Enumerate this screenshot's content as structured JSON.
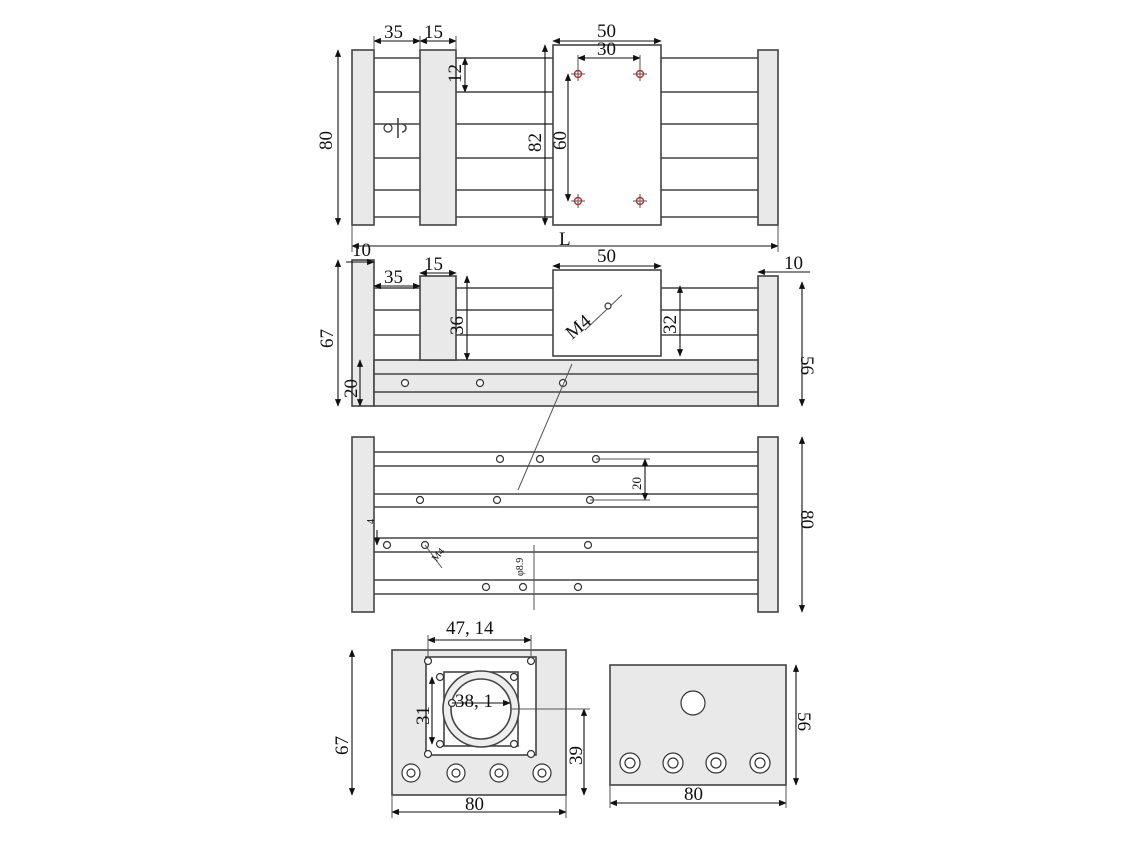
{
  "top_view": {
    "dims": {
      "d35": "35",
      "d15": "15",
      "d50": "50",
      "d30": "30",
      "d12": "12",
      "d82": "82",
      "d60": "60",
      "d80": "80",
      "dL": "L"
    }
  },
  "side_view": {
    "dims": {
      "d10_left": "10",
      "d35": "35",
      "d15": "15",
      "d50": "50",
      "d10_right": "10",
      "d67": "67",
      "d36": "36",
      "d32": "32",
      "d56": "56",
      "d20": "20",
      "thread": "M4"
    }
  },
  "bottom_view": {
    "dims": {
      "d20": "20",
      "d80": "80",
      "d4": "4",
      "small_note": "φ8.9",
      "small_thread": "M4"
    }
  },
  "end_view_motor": {
    "dims": {
      "d4714": "47, 14",
      "d31": "31",
      "d381": "38, 1",
      "d67": "67",
      "d39": "39",
      "d80": "80"
    }
  },
  "end_view_idle": {
    "dims": {
      "d56": "56",
      "d80": "80"
    }
  },
  "colors": {
    "line": "#444444",
    "accent": "#cc2b2b"
  }
}
